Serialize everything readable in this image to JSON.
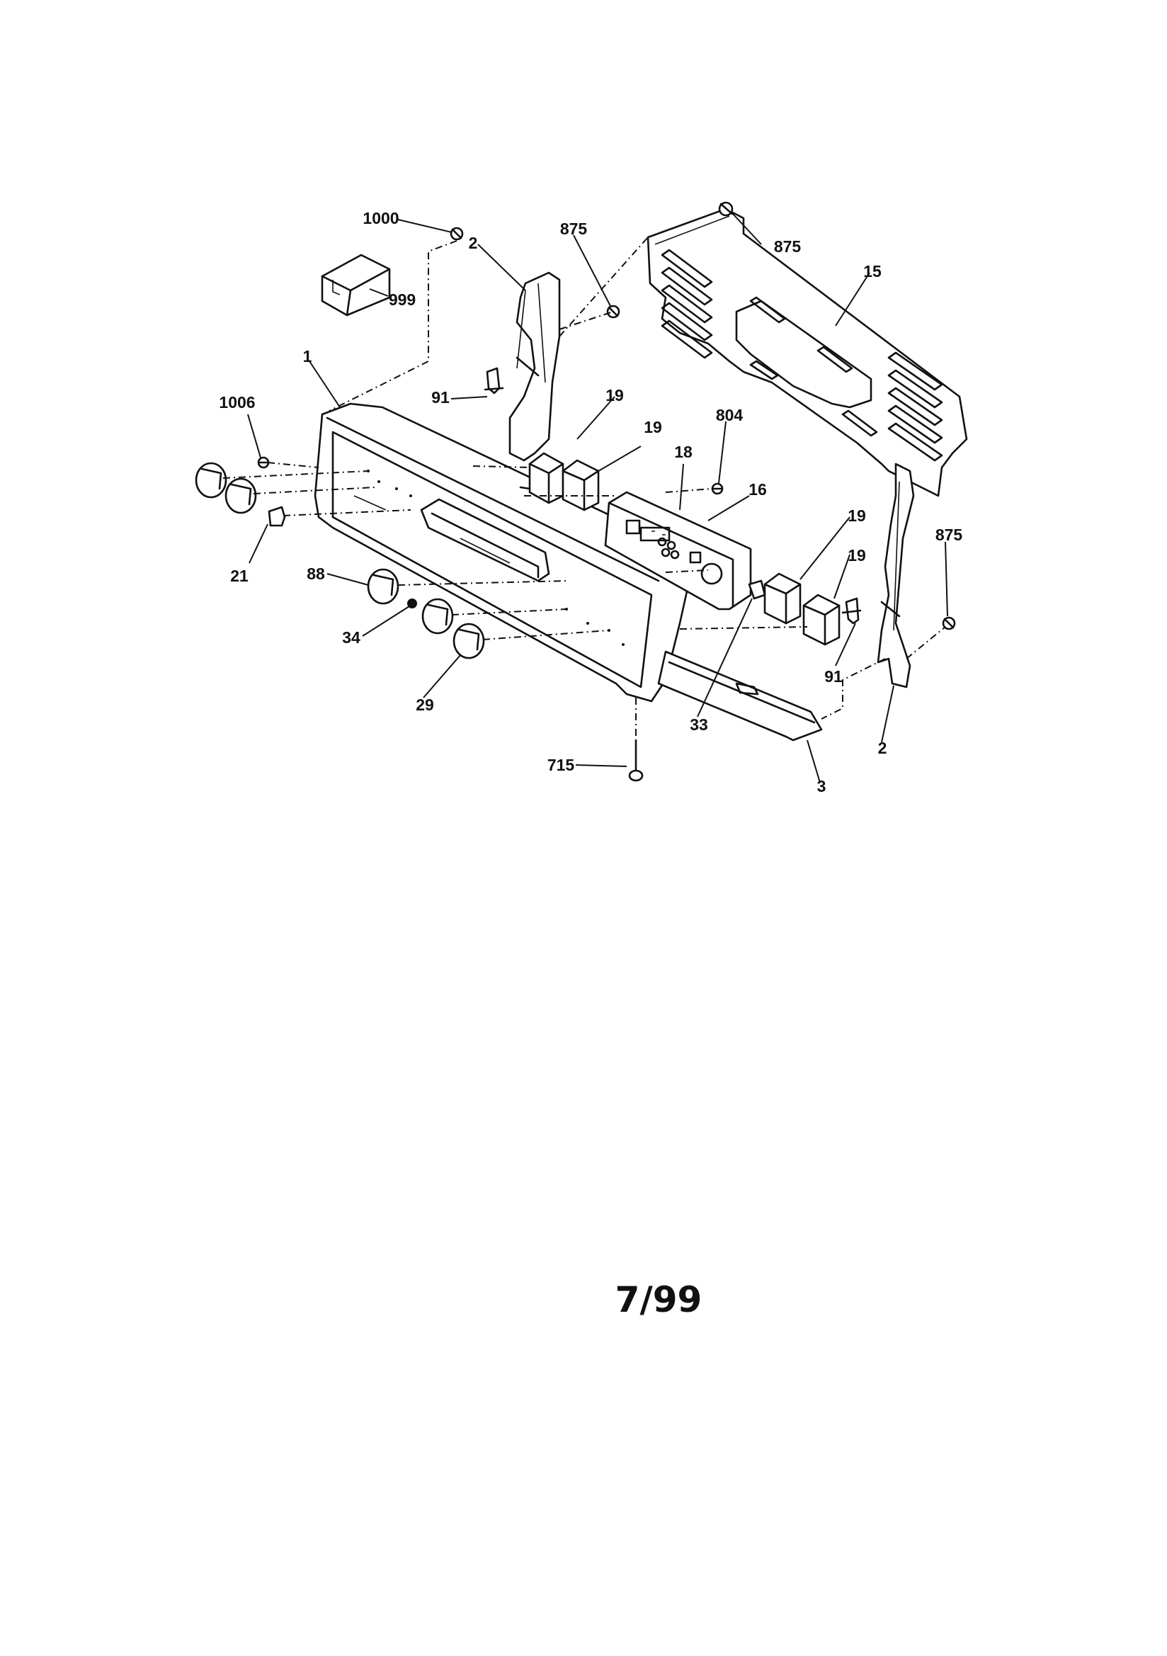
{
  "diagram": {
    "labels": {
      "l1000": "1000",
      "l999": "999",
      "l2_top": "2",
      "l875_top": "875",
      "l875_right": "875",
      "l15": "15",
      "l1": "1",
      "l91_top": "91",
      "l1006": "1006",
      "l19_a": "19",
      "l19_b": "19",
      "l804": "804",
      "l18": "18",
      "l16": "16",
      "l21": "21",
      "l19_c": "19",
      "l19_d": "19",
      "l875_lower": "875",
      "l88": "88",
      "l34": "34",
      "l29": "29",
      "l91_bottom": "91",
      "l33": "33",
      "l2_bottom": "2",
      "l715": "715",
      "l3": "3"
    }
  },
  "footer": {
    "date_code": "7/99"
  }
}
